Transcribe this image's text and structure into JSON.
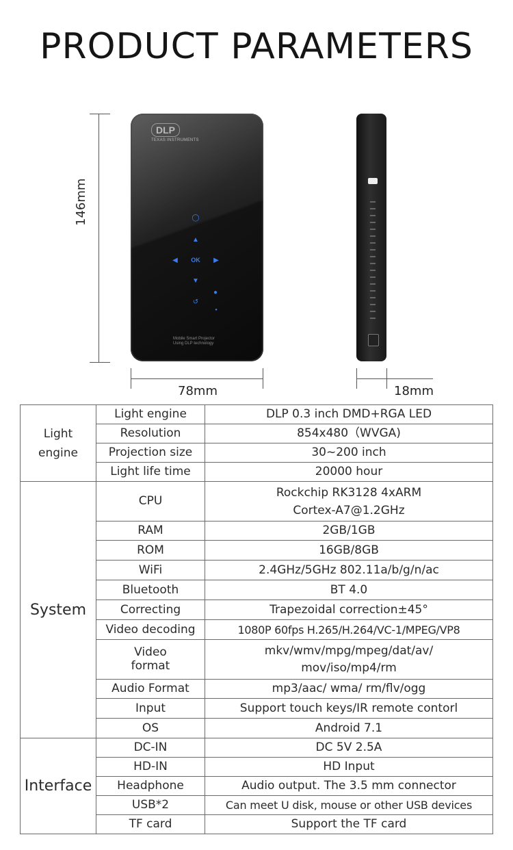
{
  "title": "PRODUCT PARAMETERS",
  "dimensions": {
    "height": "146mm",
    "width": "78mm",
    "depth": "18mm"
  },
  "device": {
    "logo": "DLP",
    "logo_sub": "TEXAS INSTRUMENTS",
    "ok_key": "OK",
    "brand_line1": "Mobile Smart Projector",
    "brand_line2": "Using DLP technology"
  },
  "groups": [
    {
      "name": "Light engine",
      "rows": [
        {
          "param": "Light engine",
          "value": "DLP 0.3 inch DMD+RGA LED"
        },
        {
          "param": "Resolution",
          "value": "854x480（WVGA)"
        },
        {
          "param": "Projection size",
          "value": "30~200 inch"
        },
        {
          "param": "Light life time",
          "value": "20000 hour"
        }
      ]
    },
    {
      "name": "System",
      "rows": [
        {
          "param": "CPU",
          "value": "Rockchip RK3128 4xARM Cortex-A7@1.2GHz"
        },
        {
          "param": "RAM",
          "value": "2GB/1GB"
        },
        {
          "param": "ROM",
          "value": "16GB/8GB"
        },
        {
          "param": "WiFi",
          "value": "2.4GHz/5GHz  802.11a/b/g/n/ac"
        },
        {
          "param": "Bluetooth",
          "value": "BT 4.0"
        },
        {
          "param": "Correcting",
          "value": "Trapezoidal correction±45°"
        },
        {
          "param": "Video decoding",
          "value": "1080P 60fps H.265/H.264/VC-1/MPEG/VP8"
        },
        {
          "param": "Video format",
          "value": "mkv/wmv/mpg/mpeg/dat/av/ mov/iso/mp4/rm"
        },
        {
          "param": "Audio Format",
          "value": "mp3/aac/ wma/ rm/flv/ogg"
        },
        {
          "param": "Input",
          "value": "Support touch keys/IR remote contorl"
        },
        {
          "param": "OS",
          "value": "Android 7.1"
        }
      ]
    },
    {
      "name": "Interface",
      "rows": [
        {
          "param": "DC-IN",
          "value": "DC 5V  2.5A"
        },
        {
          "param": "HD-IN",
          "value": "HD Input"
        },
        {
          "param": "Headphone",
          "value": "Audio output. The 3.5 mm connector"
        },
        {
          "param": "USB*2",
          "value": "Can meet U disk, mouse or other USB devices"
        },
        {
          "param": "TF card",
          "value": "Support the TF card"
        }
      ]
    }
  ]
}
